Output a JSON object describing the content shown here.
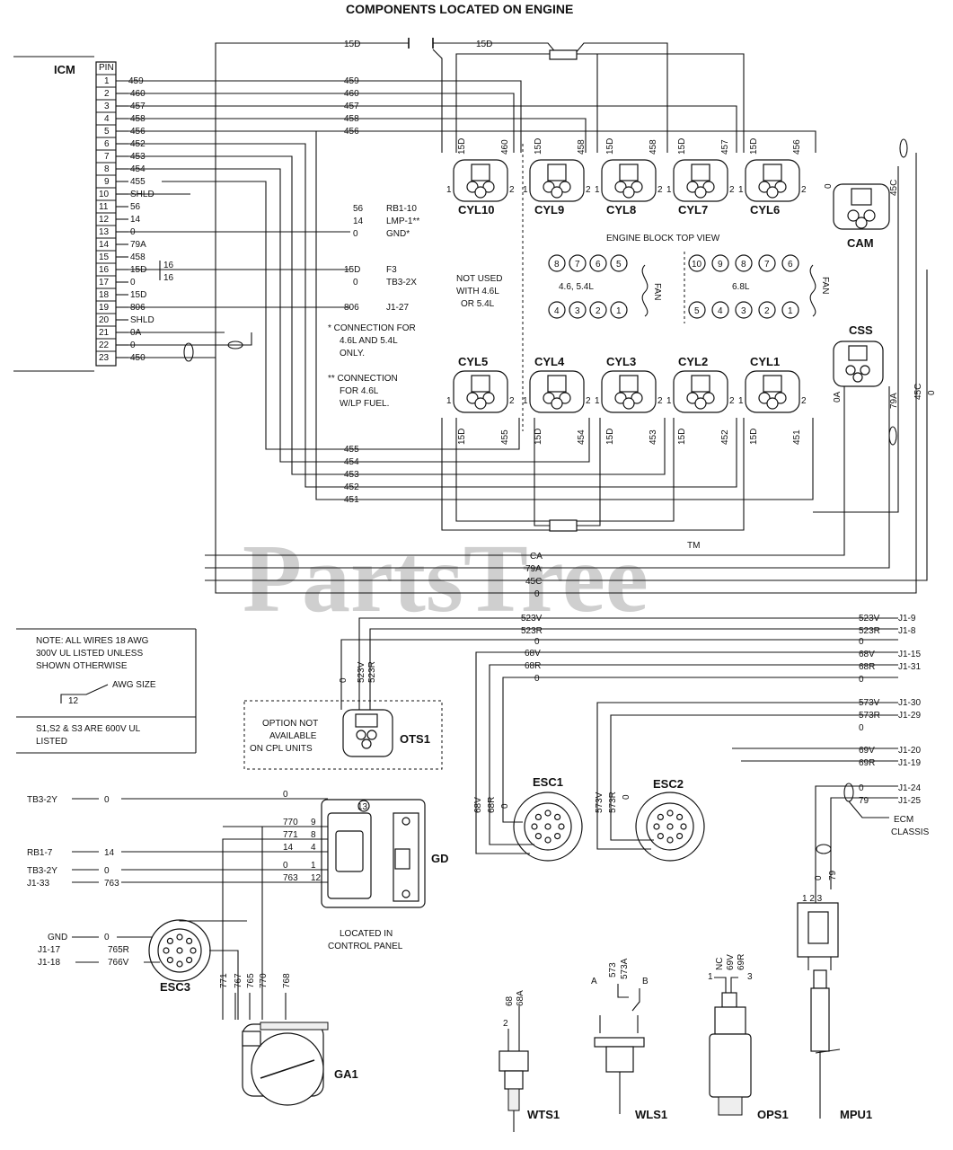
{
  "title": "COMPONENTS LOCATED ON ENGINE",
  "watermark": "PartsTree",
  "watermark_tm": "TM",
  "icm": {
    "label": "ICM",
    "pin_header": "PIN",
    "pins": [
      {
        "n": "1",
        "w": "459"
      },
      {
        "n": "2",
        "w": "460"
      },
      {
        "n": "3",
        "w": "457"
      },
      {
        "n": "4",
        "w": "458"
      },
      {
        "n": "5",
        "w": "456"
      },
      {
        "n": "6",
        "w": "452"
      },
      {
        "n": "7",
        "w": "453"
      },
      {
        "n": "8",
        "w": "454"
      },
      {
        "n": "9",
        "w": "455"
      },
      {
        "n": "10",
        "w": "SHLD"
      },
      {
        "n": "11",
        "w": "56"
      },
      {
        "n": "12",
        "w": "14"
      },
      {
        "n": "13",
        "w": "0"
      },
      {
        "n": "14",
        "w": "79A"
      },
      {
        "n": "15",
        "w": "458"
      },
      {
        "n": "16",
        "w": "15D"
      },
      {
        "n": "17",
        "w": "0"
      },
      {
        "n": "18",
        "w": "15D"
      },
      {
        "n": "19",
        "w": "806"
      },
      {
        "n": "20",
        "w": "SHLD"
      },
      {
        "n": "21",
        "w": "0A"
      },
      {
        "n": "22",
        "w": "0"
      },
      {
        "n": "23",
        "w": "450"
      }
    ],
    "gauge_mark": "16",
    "gauge_mark2": "16"
  },
  "top_wires": {
    "w15d_a": "15D",
    "w15d_b": "15D",
    "w459": "459",
    "w460": "460",
    "w457": "457",
    "w458": "458",
    "w456": "456"
  },
  "mid_labels": {
    "l56": "56",
    "l56_dest": "RB1-10",
    "l14": "14",
    "l14_dest": "LMP-1**",
    "l0": "0",
    "l0_dest": "GND*",
    "l15d": "15D",
    "l15d_dest": "F3",
    "l0b": "0",
    "l0b_dest": "TB3-2X",
    "l806": "806",
    "l806_dest": "J1-27"
  },
  "notes": {
    "star1": "* CONNECTION FOR",
    "star2": "4.6L AND 5.4L",
    "star3": "ONLY.",
    "dstar1": "** CONNECTION",
    "dstar2": "FOR 4.6L",
    "dstar3": "W/LP FUEL."
  },
  "cylinders_top": [
    {
      "name": "CYL10",
      "left": "15D",
      "right": "460"
    },
    {
      "name": "CYL9",
      "left": "15D",
      "right": "458"
    },
    {
      "name": "CYL8",
      "left": "15D",
      "right": "458"
    },
    {
      "name": "CYL7",
      "left": "15D",
      "right": "457"
    },
    {
      "name": "CYL6",
      "left": "15D",
      "right": "456"
    }
  ],
  "cylinders_bottom": [
    {
      "name": "CYL5",
      "left": "15D",
      "right": "455"
    },
    {
      "name": "CYL4",
      "left": "15D",
      "right": "454"
    },
    {
      "name": "CYL3",
      "left": "15D",
      "right": "453"
    },
    {
      "name": "CYL2",
      "left": "15D",
      "right": "452"
    },
    {
      "name": "CYL1",
      "left": "15D",
      "right": "451"
    }
  ],
  "engine_block": {
    "caption": "ENGINE BLOCK TOP VIEW",
    "not_used1": "NOT USED",
    "not_used2": "WITH 4.6L",
    "not_used3": "OR 5.4L",
    "small_label": "4.6, 5.4L",
    "big_label": "6.8L",
    "fan": "FAN",
    "small_top": [
      "8",
      "7",
      "6",
      "5"
    ],
    "small_bot": [
      "4",
      "3",
      "2",
      "1"
    ],
    "big_top": [
      "10",
      "9",
      "8",
      "7",
      "6"
    ],
    "big_bot": [
      "5",
      "4",
      "3",
      "2",
      "1"
    ]
  },
  "pin_nums": {
    "p1": "1",
    "p2": "2",
    "p3": "3"
  },
  "cam": {
    "name": "CAM",
    "w1": "0",
    "w2": "45C"
  },
  "css": {
    "name": "CSS",
    "w1": "0A",
    "w2": "79A",
    "w3": "45C",
    "w4": "0"
  },
  "bottom_wires": {
    "w455": "455",
    "w454": "454",
    "w453": "453",
    "w452": "452",
    "w451": "451",
    "ca": "CA",
    "w79a": "79A",
    "w45c": "45C",
    "w0": "0"
  },
  "note_box": {
    "l1": "NOTE: ALL WIRES 18 AWG",
    "l2": "300V UL LISTED UNLESS",
    "l3": "SHOWN OTHERWISE",
    "gauge": "12",
    "awg": "AWG SIZE",
    "l4": "S1,S2 & S3 ARE 600V UL",
    "l5": "LISTED"
  },
  "ots": {
    "name": "OTS1",
    "opt1": "OPTION NOT",
    "opt2": "AVAILABLE",
    "opt3": "ON CPL UNITS",
    "w0": "0",
    "w523v": "523V",
    "w523r": "523R"
  },
  "right_wires": [
    {
      "w": "523V",
      "d": "J1-9"
    },
    {
      "w": "523R",
      "d": "J1-8"
    },
    {
      "w": "0",
      "d": ""
    },
    {
      "w": "68V",
      "d": "J1-15"
    },
    {
      "w": "68R",
      "d": "J1-31"
    },
    {
      "w": "0",
      "d": ""
    },
    {
      "w": "573V",
      "d": "J1-30"
    },
    {
      "w": "573R",
      "d": "J1-29"
    },
    {
      "w": "0",
      "d": ""
    },
    {
      "w": "69V",
      "d": "J1-20"
    },
    {
      "w": "69R",
      "d": "J1-19"
    },
    {
      "w": "0",
      "d": "J1-24"
    },
    {
      "w": "79",
      "d": "J1-25"
    }
  ],
  "center_wires": {
    "w523v": "523V",
    "w523r": "523R",
    "w0": "0",
    "w68v": "68V",
    "w68r": "68R",
    "w0b": "0"
  },
  "ecm": {
    "l1": "ECM",
    "l2": "CLASSIS"
  },
  "esc1": {
    "name": "ESC1",
    "w1": "68V",
    "w2": "68R",
    "w3": "0"
  },
  "esc2": {
    "name": "ESC2",
    "w1": "573V",
    "w2": "573R",
    "w3": "0"
  },
  "esc3": {
    "name": "ESC3",
    "r1": "GND",
    "r1w": "0",
    "r2": "J1-17",
    "r2w": "765R",
    "r3": "J1-18",
    "r3w": "766V"
  },
  "gd": {
    "name": "GD",
    "loc1": "LOCATED IN",
    "loc2": "CONTROL PANEL",
    "pin13": "13",
    "rows": [
      {
        "src": "TB3-2Y",
        "w": "0",
        "w2": "0",
        "p": ""
      },
      {
        "src": "",
        "w": "770",
        "w2": "",
        "p": "9"
      },
      {
        "src": "",
        "w": "771",
        "w2": "",
        "p": "8"
      },
      {
        "src": "RB1-7",
        "w": "14",
        "w2": "14",
        "p": "4"
      },
      {
        "src": "TB3-2Y",
        "w": "0",
        "w2": "0",
        "p": "1"
      },
      {
        "src": "J1-33",
        "w": "763",
        "w2": "763",
        "p": "12"
      }
    ]
  },
  "ga1": {
    "name": "GA1",
    "w1": "771",
    "w2": "767",
    "w3": "765",
    "w4": "770",
    "w5": "768"
  },
  "wts": {
    "name": "WTS1",
    "w1": "68",
    "w2": "68A",
    "p": "2"
  },
  "wls": {
    "name": "WLS1",
    "a": "A",
    "b": "B",
    "w1": "573",
    "w2": "573A"
  },
  "ops": {
    "name": "OPS1",
    "w1": "NC",
    "w2": "69V",
    "w3": "69R",
    "p1": "1",
    "p3": "3"
  },
  "mpu": {
    "name": "MPU1",
    "w1": "0",
    "w2": "79",
    "pins": "1 2 3"
  }
}
